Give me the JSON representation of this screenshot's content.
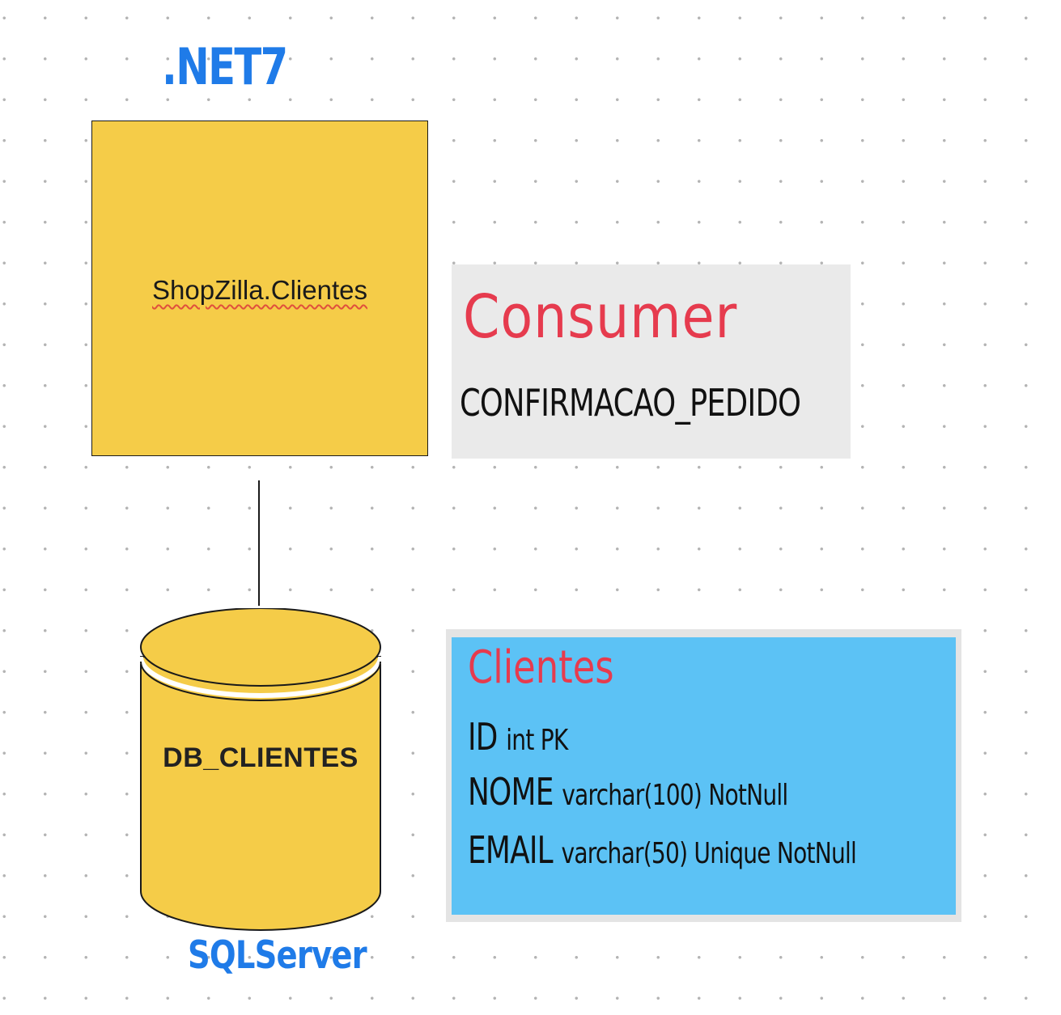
{
  "header": {
    "framework": ".NET7"
  },
  "service": {
    "name": "ShopZilla.Clientes"
  },
  "consumer": {
    "title": "Consumer",
    "queue": "CONFIRMACAO_PEDIDO"
  },
  "database": {
    "name": "DB_CLIENTES",
    "engine": "SQLServer"
  },
  "table": {
    "name": "Clientes",
    "fields": [
      {
        "name": "ID",
        "type": "int PK"
      },
      {
        "name": "NOME",
        "type": "varchar(100) NotNull"
      },
      {
        "name": "EMAIL",
        "type": "varchar(50) Unique NotNull"
      }
    ]
  },
  "colors": {
    "service_fill": "#f5cc48",
    "consumer_note": "#eaeaea",
    "table_note": "#5cc2f5",
    "heading_red": "#e63b4e",
    "label_blue": "#1f7be8"
  }
}
